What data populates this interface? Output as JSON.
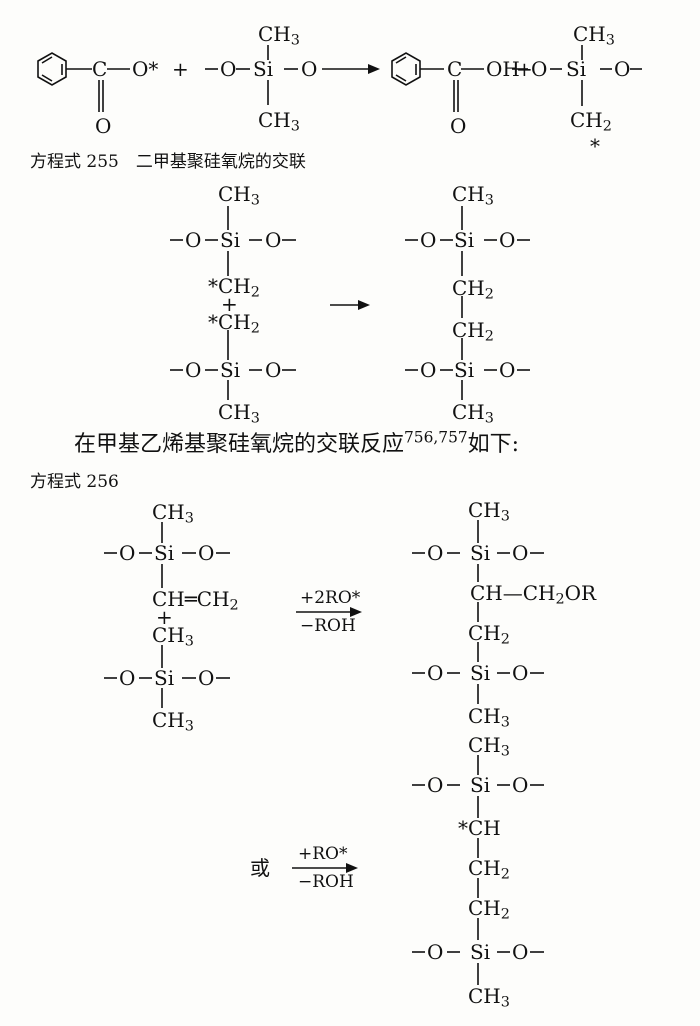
{
  "eq255_reaction": {
    "lhs_co": "C",
    "lhs_o_double": "O",
    "lhs_o_star": "O*",
    "plus": "+",
    "lhs_o_left": "O",
    "lhs_si": "Si",
    "lhs_o_right": "O",
    "lhs_ch3_top": "CH",
    "lhs_ch3_bottom": "CH",
    "rhs_co": "C",
    "rhs_oh": "OH",
    "rhs_o_double": "O",
    "rhs_plus": "+",
    "rhs_o_left": "O",
    "rhs_si": "Si",
    "rhs_o_right": "O",
    "rhs_ch3_top": "CH",
    "rhs_ch2": "CH",
    "rhs_star": "*",
    "sub3": "3",
    "sub2": "2"
  },
  "caption_255": "方程式 255　二甲基聚硅氧烷的交联",
  "crosslink": {
    "ch3": "CH",
    "o": "O",
    "si": "Si",
    "ch2_star1": "*CH",
    "ch2_star2": "*CH",
    "plus": "+",
    "star": "*"
  },
  "body_text": "在甲基乙烯基聚硅氧烷的交联反应",
  "body_refs": "756,757",
  "body_text_end": "如下:",
  "caption_256": "方程式 256",
  "eq256": {
    "vinyl": "CH═CH",
    "plus": "+",
    "reagent1_top": "+2RO*",
    "reagent1_bottom": "−ROH",
    "prod1_chain": "CH—CH",
    "or_ch2_end": "OR",
    "or_word": "或",
    "reagent2_top": "+RO*",
    "reagent2_bottom": "−ROH",
    "ch_star": "*CH"
  }
}
